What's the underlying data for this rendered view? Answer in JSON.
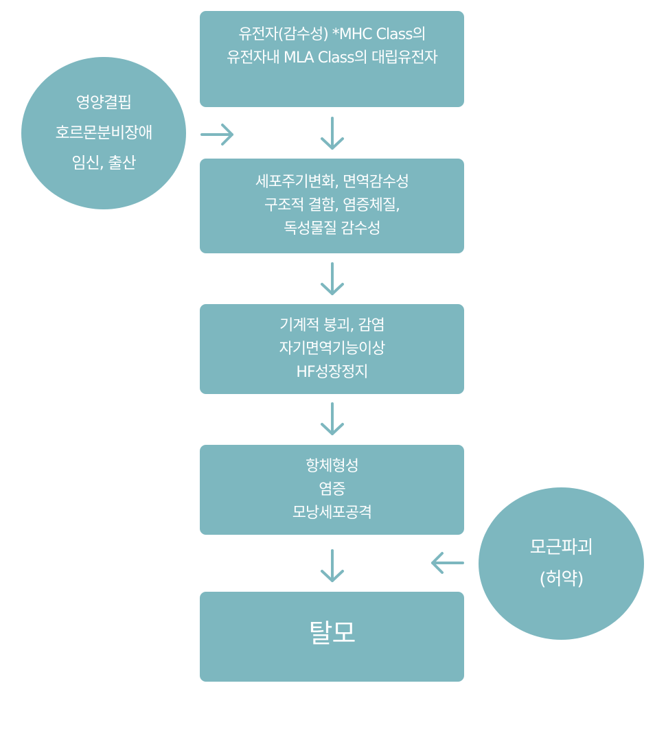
{
  "colors": {
    "node_fill": "#7db7bf",
    "text": "#ffffff",
    "arrow": "#7db7bf"
  },
  "boxes": [
    {
      "lines": [
        "유전자(감수성) *MHC Class의",
        "유전자내 MLA Class의 대립유전자"
      ]
    },
    {
      "lines": [
        "세포주기변화, 면역감수성",
        "구조적 결함, 염증체질,",
        "독성물질 감수성"
      ]
    },
    {
      "lines": [
        "기계적 붕괴, 감염",
        "자기면역기능이상",
        "HF성장정지"
      ]
    },
    {
      "lines": [
        "항체형성",
        "염증",
        "모낭세포공격"
      ]
    },
    {
      "lines": [
        "탈모"
      ]
    }
  ],
  "circles": [
    {
      "lines": [
        "영양결핍",
        "호르몬분비장애",
        "임신, 출산"
      ]
    },
    {
      "lines": [
        "모근파괴",
        "(허약)"
      ]
    }
  ],
  "arrows": [
    {
      "icon": "arrow-right-icon"
    },
    {
      "icon": "arrow-down-icon"
    },
    {
      "icon": "arrow-down-icon"
    },
    {
      "icon": "arrow-down-icon"
    },
    {
      "icon": "arrow-down-icon"
    },
    {
      "icon": "arrow-left-icon"
    }
  ]
}
